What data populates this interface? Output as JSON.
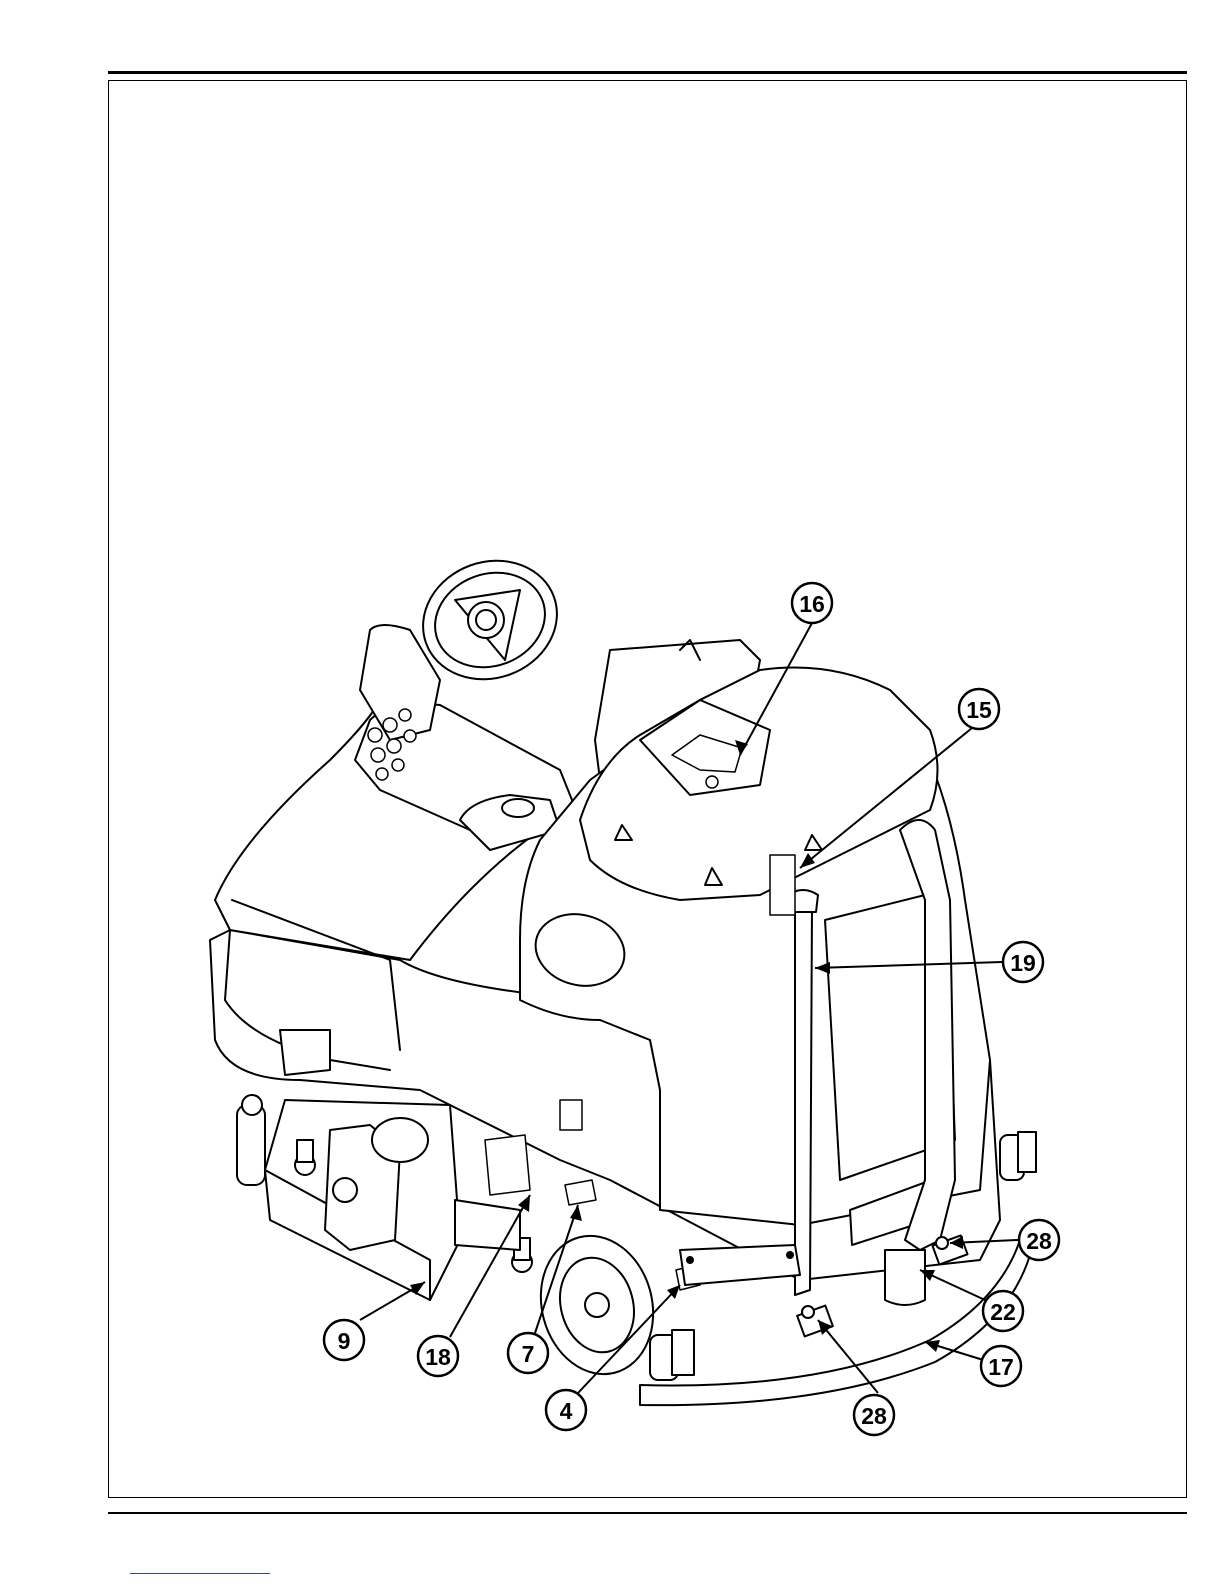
{
  "callouts": [
    {
      "id": "c16",
      "label": "16"
    },
    {
      "id": "c15",
      "label": "15"
    },
    {
      "id": "c19",
      "label": "19"
    },
    {
      "id": "c28a",
      "label": "28"
    },
    {
      "id": "c22",
      "label": "22"
    },
    {
      "id": "c17",
      "label": "17"
    },
    {
      "id": "c28b",
      "label": "28"
    },
    {
      "id": "c4",
      "label": "4"
    },
    {
      "id": "c7",
      "label": "7"
    },
    {
      "id": "c18",
      "label": "18"
    },
    {
      "id": "c9",
      "label": "9"
    }
  ]
}
